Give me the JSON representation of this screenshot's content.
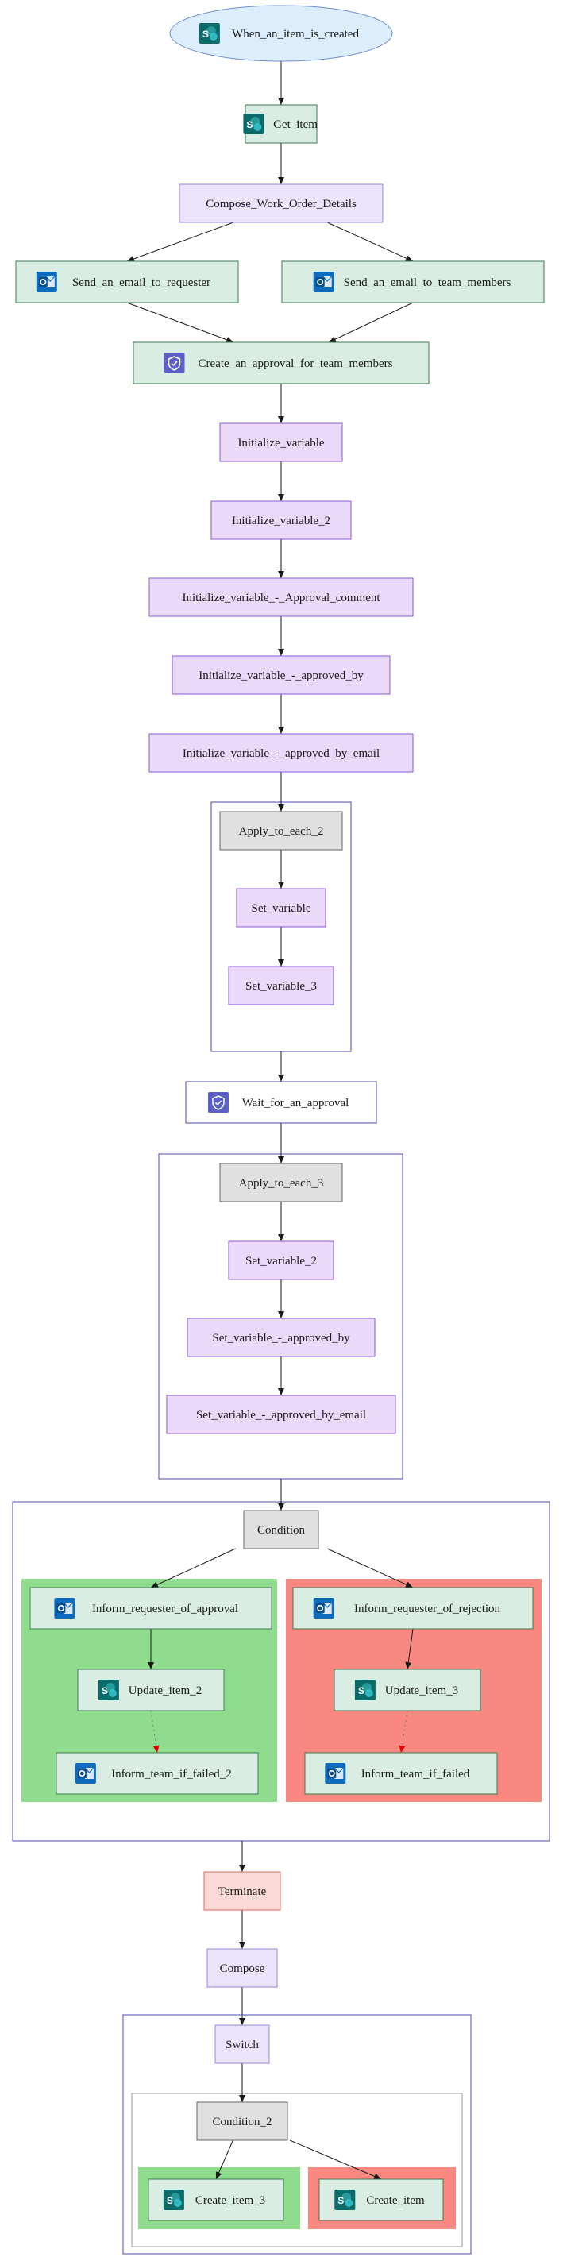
{
  "nodes": {
    "when_an_item_is_created": {
      "label": "When_an_item_is_created",
      "icon": "sharepoint-icon"
    },
    "get_item": {
      "label": "Get_item",
      "icon": "sharepoint-icon"
    },
    "compose_work_order_details": {
      "label": "Compose_Work_Order_Details"
    },
    "send_email_requester": {
      "label": "Send_an_email_to_requester",
      "icon": "outlook-icon"
    },
    "send_email_team": {
      "label": "Send_an_email_to_team_members",
      "icon": "outlook-icon"
    },
    "create_approval": {
      "label": "Create_an_approval_for_team_members",
      "icon": "approvals-icon"
    },
    "init_variable": {
      "label": "Initialize_variable"
    },
    "init_variable_2": {
      "label": "Initialize_variable_2"
    },
    "init_var_approval_comment": {
      "label": "Initialize_variable_-_Approval_comment"
    },
    "init_var_approved_by": {
      "label": "Initialize_variable_-_approved_by"
    },
    "init_var_approved_by_email": {
      "label": "Initialize_variable_-_approved_by_email"
    },
    "apply_to_each_2": {
      "label": "Apply_to_each_2"
    },
    "set_variable": {
      "label": "Set_variable"
    },
    "set_variable_3": {
      "label": "Set_variable_3"
    },
    "wait_for_approval": {
      "label": "Wait_for_an_approval",
      "icon": "approvals-icon"
    },
    "apply_to_each_3": {
      "label": "Apply_to_each_3"
    },
    "set_variable_2": {
      "label": "Set_variable_2"
    },
    "set_var_approved_by": {
      "label": "Set_variable_-_approved_by"
    },
    "set_var_approved_by_email": {
      "label": "Set_variable_-_approved_by_email"
    },
    "condition": {
      "label": "Condition"
    },
    "inform_approval": {
      "label": "Inform_requester_of_approval",
      "icon": "outlook-icon"
    },
    "inform_rejection": {
      "label": "Inform_requester_of_rejection",
      "icon": "outlook-icon"
    },
    "update_item_2": {
      "label": "Update_item_2",
      "icon": "sharepoint-icon"
    },
    "update_item_3": {
      "label": "Update_item_3",
      "icon": "sharepoint-icon"
    },
    "inform_team_failed_2": {
      "label": "Inform_team_if_failed_2",
      "icon": "outlook-icon"
    },
    "inform_team_failed": {
      "label": "Inform_team_if_failed",
      "icon": "outlook-icon"
    },
    "terminate": {
      "label": "Terminate"
    },
    "compose": {
      "label": "Compose"
    },
    "switch": {
      "label": "Switch"
    },
    "condition_2": {
      "label": "Condition_2"
    },
    "create_item_3": {
      "label": "Create_item_3",
      "icon": "sharepoint-icon"
    },
    "create_item": {
      "label": "Create_item",
      "icon": "sharepoint-icon"
    }
  },
  "edges": [
    {
      "from": "when_an_item_is_created",
      "to": "get_item"
    },
    {
      "from": "get_item",
      "to": "compose_work_order_details"
    },
    {
      "from": "compose_work_order_details",
      "to": "send_email_requester"
    },
    {
      "from": "compose_work_order_details",
      "to": "send_email_team"
    },
    {
      "from": "send_email_requester",
      "to": "create_approval"
    },
    {
      "from": "send_email_team",
      "to": "create_approval"
    },
    {
      "from": "create_approval",
      "to": "init_variable"
    },
    {
      "from": "init_variable",
      "to": "init_variable_2"
    },
    {
      "from": "init_variable_2",
      "to": "init_var_approval_comment"
    },
    {
      "from": "init_var_approval_comment",
      "to": "init_var_approved_by"
    },
    {
      "from": "init_var_approved_by",
      "to": "init_var_approved_by_email"
    },
    {
      "from": "init_var_approved_by_email",
      "to": "apply_to_each_2"
    },
    {
      "from": "apply_to_each_2",
      "to": "set_variable"
    },
    {
      "from": "set_variable",
      "to": "set_variable_3"
    },
    {
      "from": "apply_to_each_2",
      "to": "wait_for_approval"
    },
    {
      "from": "wait_for_approval",
      "to": "apply_to_each_3"
    },
    {
      "from": "apply_to_each_3",
      "to": "set_variable_2"
    },
    {
      "from": "set_variable_2",
      "to": "set_var_approved_by"
    },
    {
      "from": "set_var_approved_by",
      "to": "set_var_approved_by_email"
    },
    {
      "from": "apply_to_each_3",
      "to": "condition"
    },
    {
      "from": "condition",
      "to": "inform_approval"
    },
    {
      "from": "condition",
      "to": "inform_rejection"
    },
    {
      "from": "inform_approval",
      "to": "update_item_2"
    },
    {
      "from": "update_item_2",
      "to": "inform_team_failed_2",
      "style": "failure"
    },
    {
      "from": "inform_rejection",
      "to": "update_item_3"
    },
    {
      "from": "update_item_3",
      "to": "inform_team_failed",
      "style": "failure"
    },
    {
      "from": "condition",
      "to": "terminate"
    },
    {
      "from": "terminate",
      "to": "compose"
    },
    {
      "from": "compose",
      "to": "switch"
    },
    {
      "from": "switch",
      "to": "condition_2"
    },
    {
      "from": "condition_2",
      "to": "create_item_3"
    },
    {
      "from": "condition_2",
      "to": "create_item"
    }
  ],
  "colors": {
    "trigger_fill": "#dceefc",
    "trigger_stroke": "#6f8fd0",
    "connector_fill": "#d9ede3",
    "connector_stroke": "#3f7a56",
    "variable_fill": "#ead9f9",
    "variable_stroke": "#8a5ad0",
    "scope_fill": "#e0e0e0",
    "scope_stroke": "#666666",
    "terminate_fill": "#fbd9d6",
    "terminate_stroke": "#d46a60",
    "compose_fill": "#ece3fd",
    "compose_stroke": "#9a86e0",
    "container_stroke": "#4a4ab0",
    "inner_container_stroke": "#999999",
    "yes_branch": "#8fdc8f",
    "no_branch": "#f98880",
    "edge": "#1a1a1a",
    "failure_edge": "#e00000",
    "sharepoint": "#0b6b6b",
    "outlook": "#0f6cbd",
    "approvals": "#5b5fc7"
  }
}
